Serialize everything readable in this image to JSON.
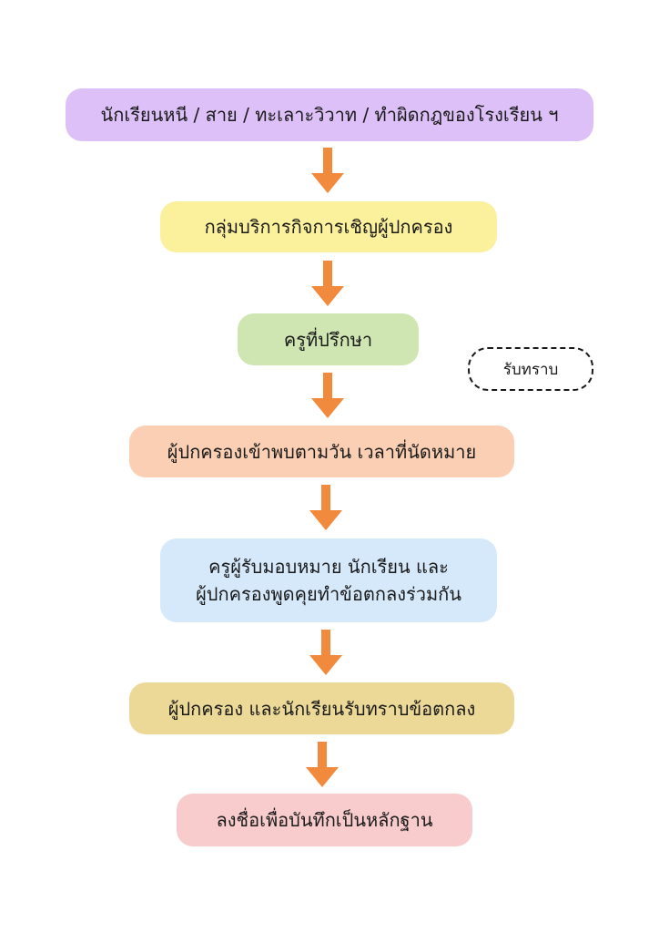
{
  "steps": [
    {
      "lines": [
        "นักเรียนหนี / สาย / ทะเลาะวิวาท / ทำผิดกฎของโรงเรียน ฯ"
      ],
      "color": "#dcc0f7"
    },
    {
      "lines": [
        "กลุ่มบริการกิจการเชิญผู้ปกครอง"
      ],
      "color": "#fbf09b"
    },
    {
      "lines": [
        "ครูที่ปรึกษา"
      ],
      "color": "#cfe5b2"
    },
    {
      "lines": [
        "ผู้ปกครองเข้าพบตามวัน เวลาที่นัดหมาย"
      ],
      "color": "#fbcfb3"
    },
    {
      "lines": [
        "ครูผู้รับมอบหมาย นักเรียน และ",
        "ผู้ปกครองพูดคุยทำข้อตกลงร่วมกัน"
      ],
      "color": "#d6e9fb"
    },
    {
      "lines": [
        "ผู้ปกครอง และนักเรียนรับทราบข้อตกลง"
      ],
      "color": "#ecd997"
    },
    {
      "lines": [
        "ลงชื่อเพื่อบันทึกเป็นหลักฐาน"
      ],
      "color": "#f8cccc"
    }
  ],
  "note": {
    "label": "รับทราบ"
  },
  "arrow_color": "#f28a3e"
}
